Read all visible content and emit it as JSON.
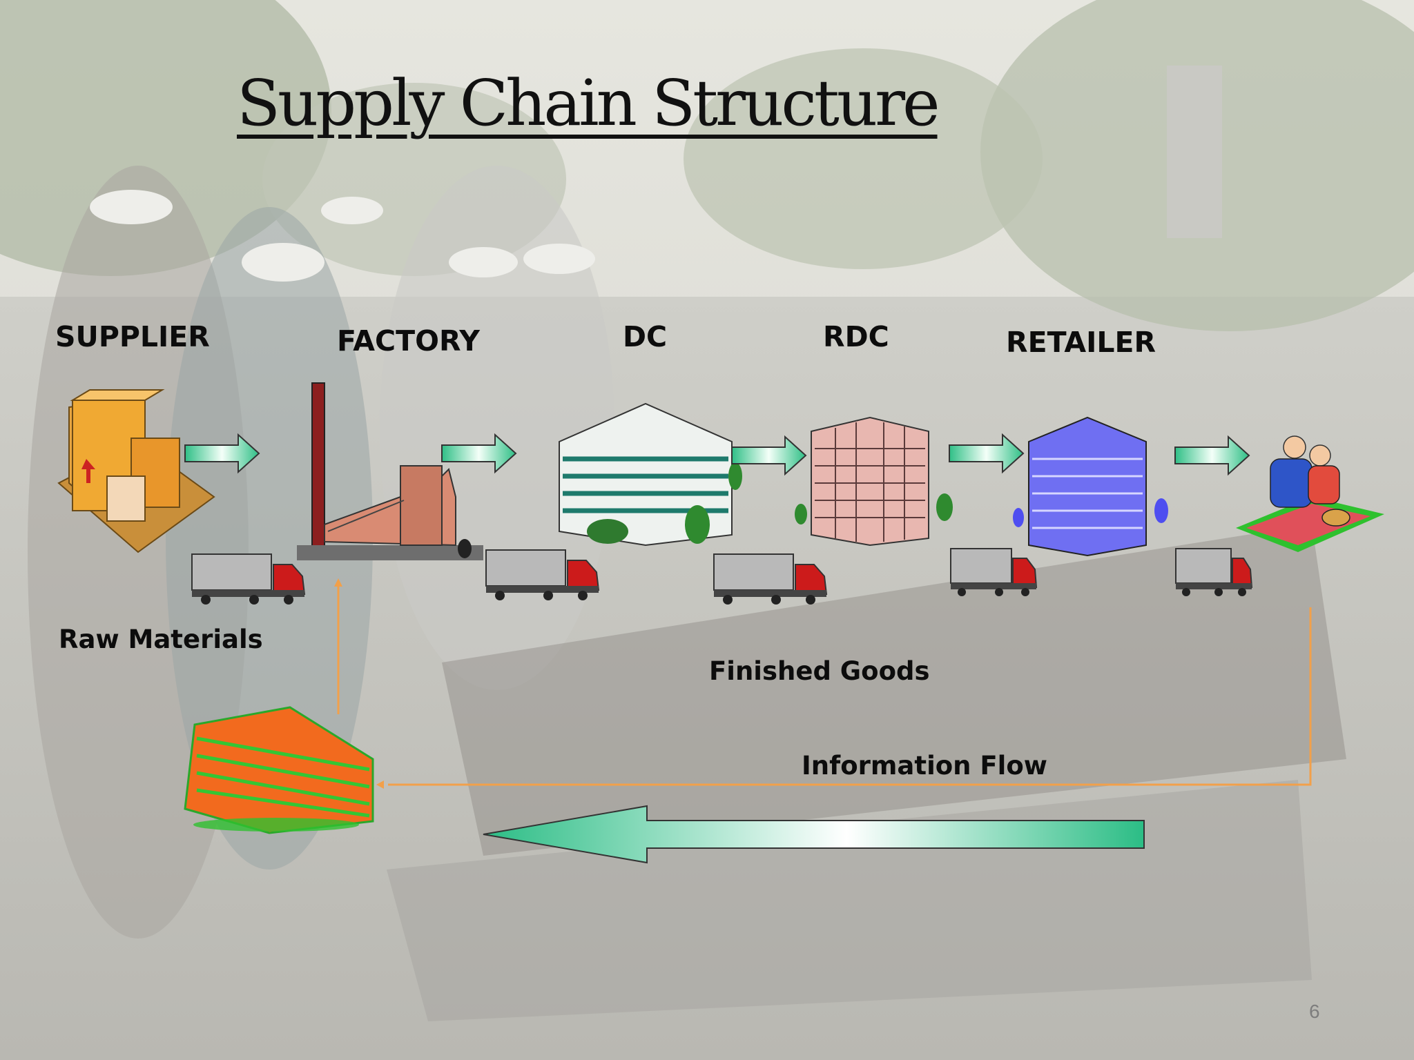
{
  "slide": {
    "title": "Supply Chain Structure",
    "page_number": "6"
  },
  "stages": {
    "supplier": "SUPPLIER",
    "factory": "FACTORY",
    "dc": "DC",
    "rdc": "RDC",
    "retailer": "RETAILER"
  },
  "labels": {
    "raw_materials": "Raw Materials",
    "finished_goods": "Finished Goods",
    "information_flow": "Information Flow"
  },
  "colors": {
    "flow_arrow_start": "#2fbf86",
    "flow_arrow_end": "#ffffff",
    "info_line": "#f2a04a",
    "truck_cab": "#cc1b1b"
  }
}
